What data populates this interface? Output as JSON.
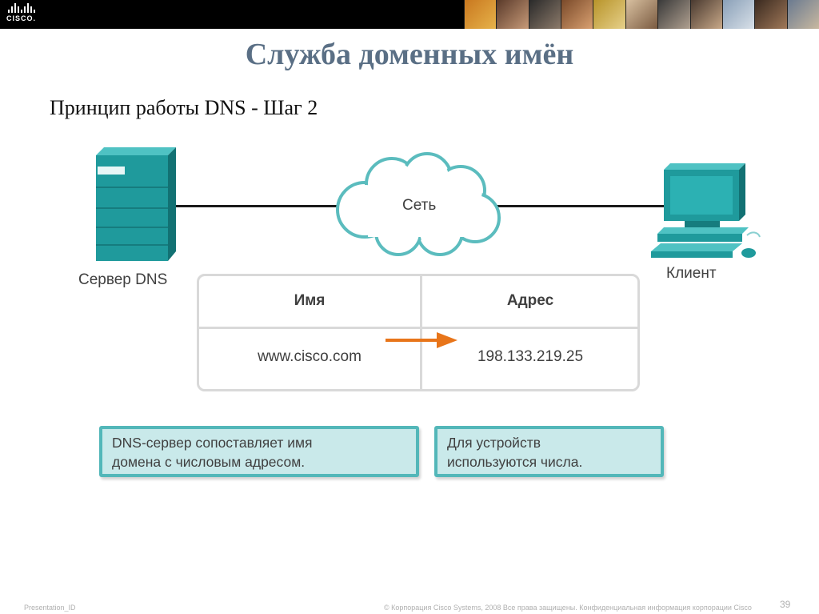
{
  "brand": {
    "logo_text": "CISCO."
  },
  "slide": {
    "title": "Служба доменных имён",
    "subtitle": "Принцип работы DNS  - Шаг 2"
  },
  "diagram": {
    "server_label": "Сервер DNS",
    "network_label": "Сеть",
    "client_label": "Клиент"
  },
  "table": {
    "headers": [
      "Имя",
      "Адрес"
    ],
    "row": {
      "name": "www.cisco.com",
      "address": "198.133.219.25"
    }
  },
  "callouts": [
    {
      "line1": "DNS-сервер сопоставляет имя",
      "line2": "домена с числовым адресом."
    },
    {
      "line1": "Для устройств",
      "line2": "используются числа."
    }
  ],
  "footer": {
    "presentation_id": "Presentation_ID",
    "copyright": "© Корпорация Cisco Systems, 2008 Все права защищены. Конфиденциальная информация корпорации Cisco",
    "page_number": "39"
  },
  "colors": {
    "teal": "#1f9a9c",
    "teal_dark": "#127173",
    "callout_fill": "#c9e9ea",
    "callout_border": "#53b7b9",
    "arrow": "#e8751a",
    "title": "#5a6f85"
  },
  "icons": [
    "dns-server-icon",
    "network-cloud-icon",
    "client-computer-icon",
    "arrow-right-icon"
  ]
}
